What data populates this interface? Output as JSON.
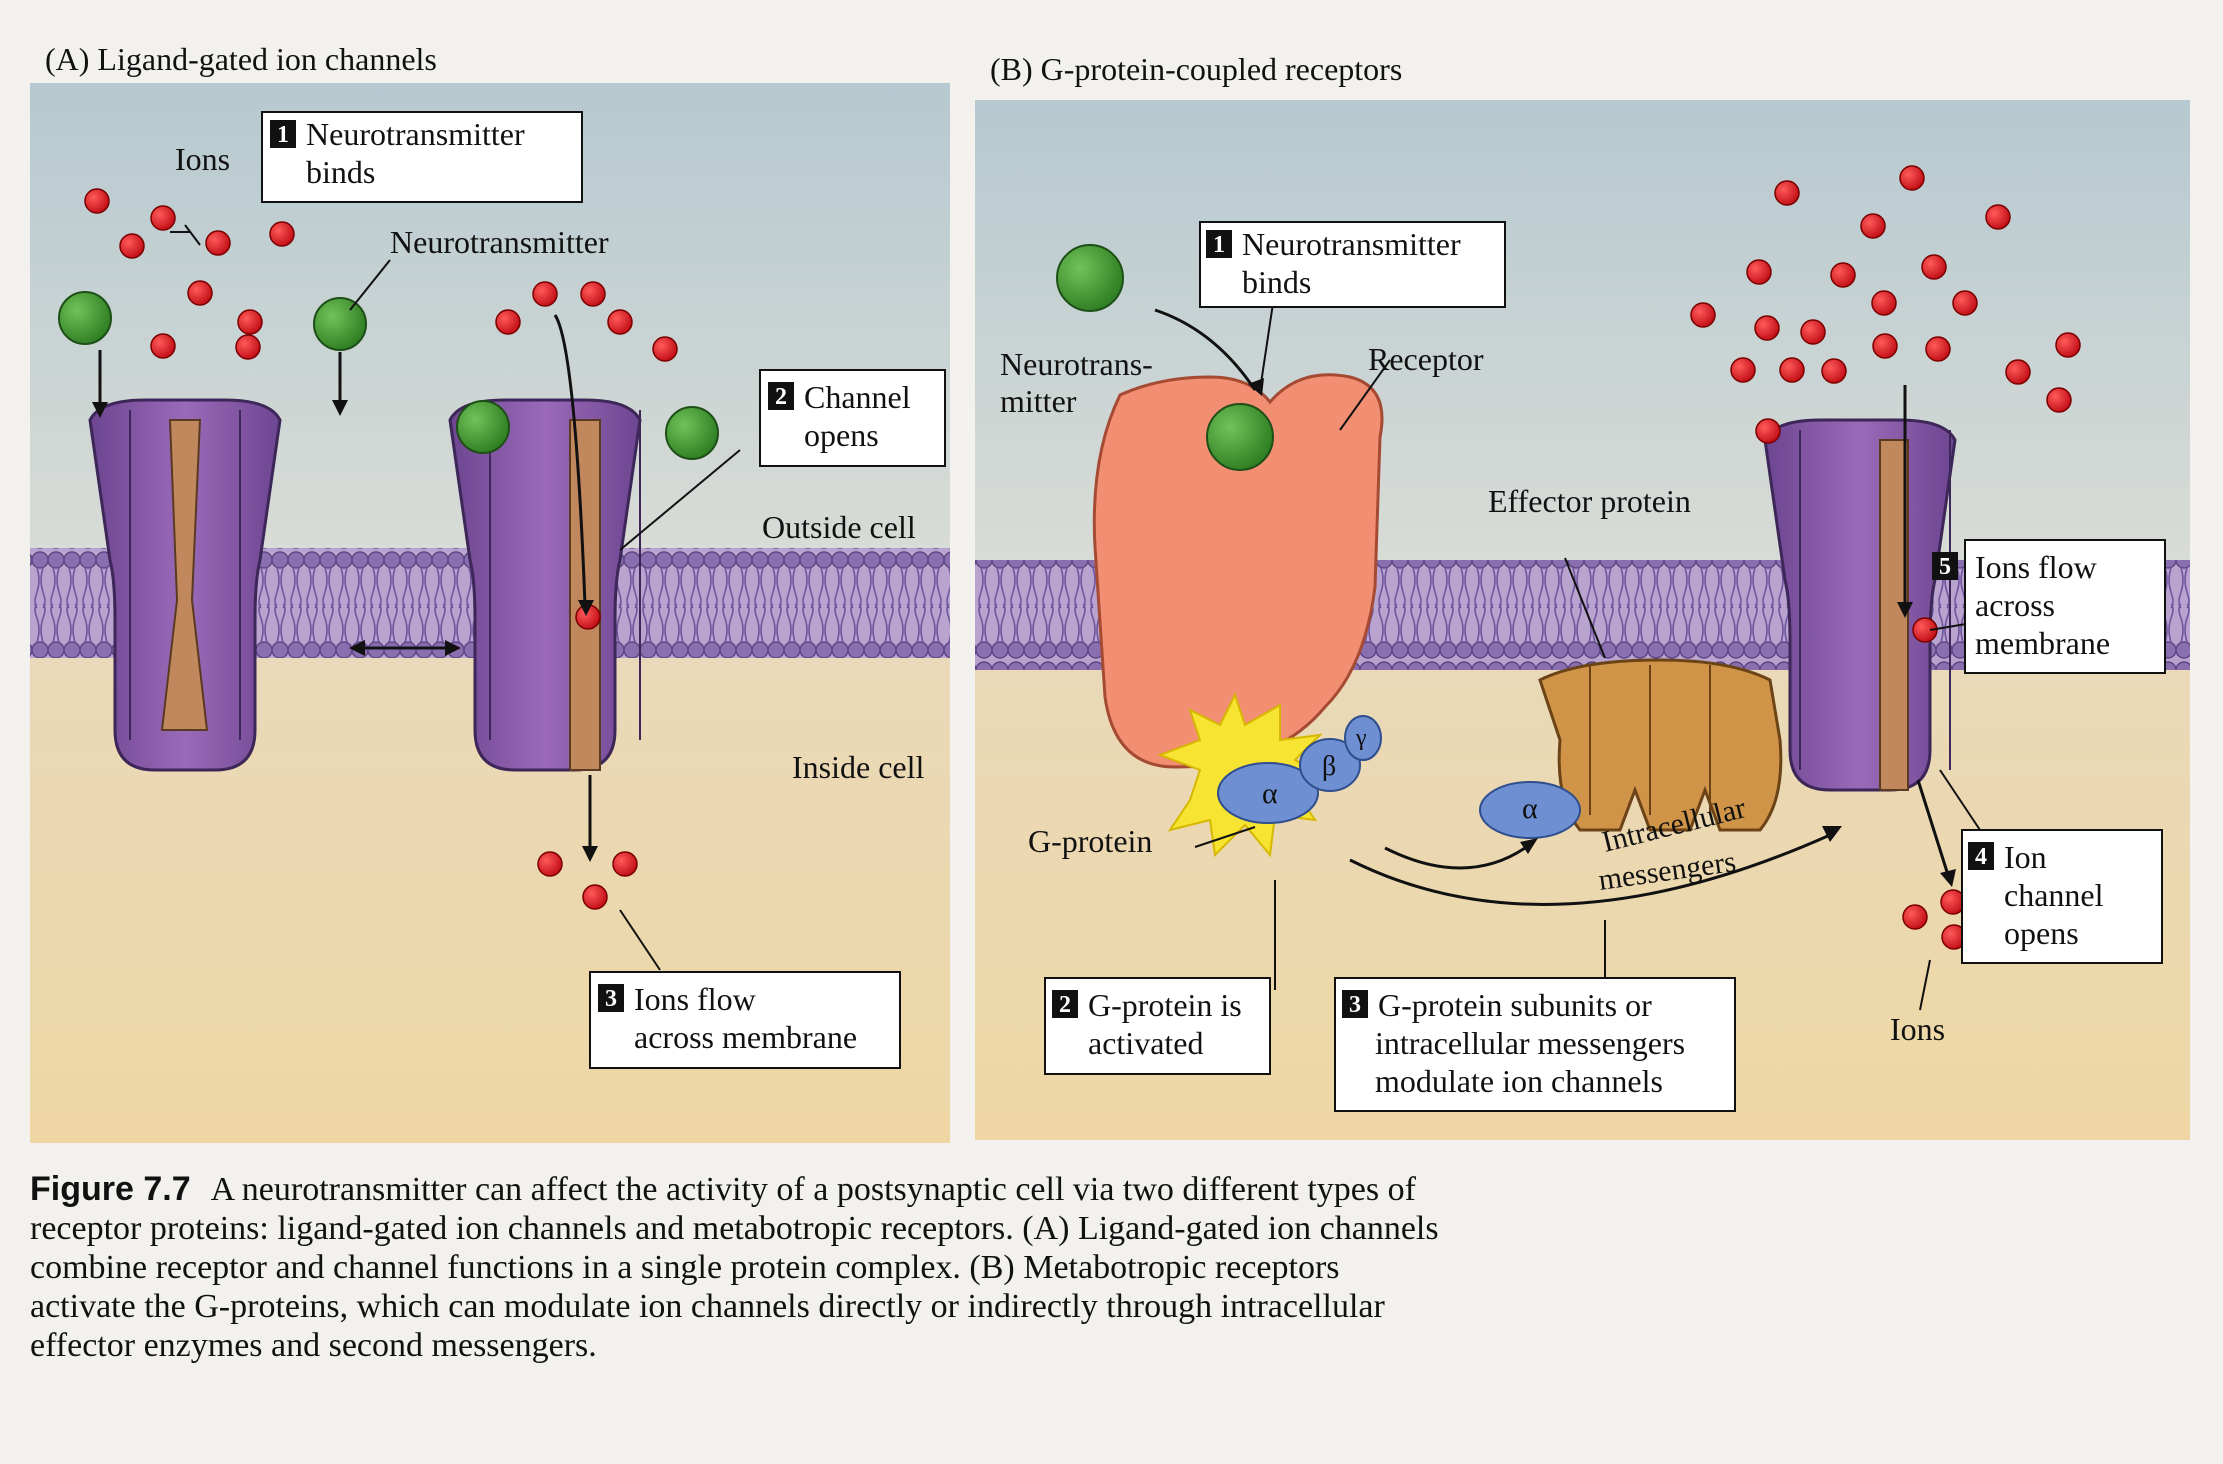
{
  "panels": {
    "a": {
      "title": "(A) Ligand-gated ion channels",
      "labels": {
        "ions": "Ions",
        "neurotransmitter": "Neurotransmitter",
        "outside": "Outside cell",
        "inside": "Inside cell"
      },
      "steps": [
        {
          "num": "1",
          "lines": [
            "Neurotransmitter",
            "binds"
          ]
        },
        {
          "num": "2",
          "lines": [
            "Channel",
            "opens"
          ]
        },
        {
          "num": "3",
          "lines": [
            "Ions flow",
            "across membrane"
          ]
        }
      ]
    },
    "b": {
      "title": "(B) G-protein-coupled receptors",
      "labels": {
        "neurotrans1": "Neurotrans-",
        "neurotrans2": "mitter",
        "receptor": "Receptor",
        "effector": "Effector protein",
        "gprotein": "G-protein",
        "intracellular1": "Intracellular",
        "intracellular2": "messengers",
        "ions": "Ions",
        "alpha": "α",
        "beta": "β",
        "gamma": "γ"
      },
      "steps": [
        {
          "num": "1",
          "lines": [
            "Neurotransmitter",
            "binds"
          ]
        },
        {
          "num": "2",
          "lines": [
            "G-protein is",
            "activated"
          ]
        },
        {
          "num": "3",
          "lines": [
            "G-protein subunits or",
            "intracellular messengers",
            "modulate ion channels"
          ]
        },
        {
          "num": "4",
          "lines": [
            "Ion",
            "channel",
            "opens"
          ]
        },
        {
          "num": "5",
          "lines": [
            "Ions flow",
            "across",
            "membrane"
          ]
        }
      ]
    }
  },
  "caption": {
    "label": "Figure 7.7",
    "text": "A neurotransmitter can affect the activity of a postsynaptic cell via two different types of receptor proteins: ligand-gated ion channels and metabotropic receptors. (A) Ligand-gated ion channels combine receptor and channel functions in a single protein complex. (B) Metabotropic receptors activate the G-proteins, which can modulate ion channels directly or indirectly through intracellular effector enzymes and second messengers."
  },
  "colors": {
    "ion": "#e01a1f",
    "neurotransmitter": "#3f9a2e",
    "channel": "#8a5aa6",
    "pore": "#c0885c",
    "receptor": "#f28e72",
    "gprotein": "#6e8fd2",
    "effector": "#cf9447"
  }
}
